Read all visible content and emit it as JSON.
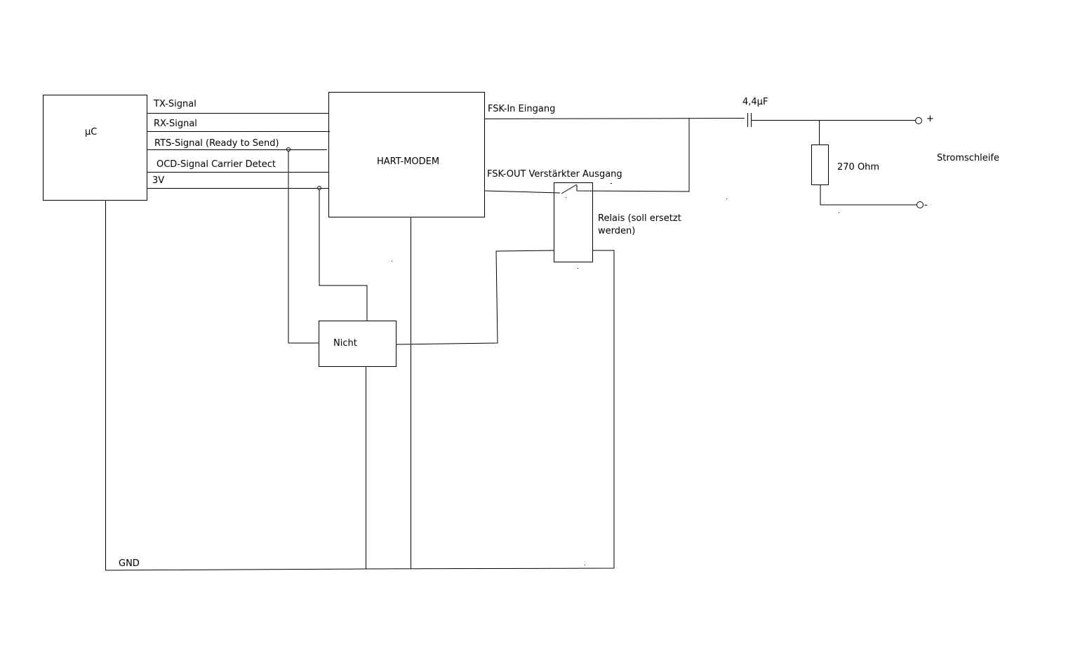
{
  "blocks": {
    "mc": "µC",
    "modem": "HART-MODEM",
    "nicht": "Nicht"
  },
  "signals": {
    "tx": "TX-Signal",
    "rx": "RX-Signal",
    "rts": "RTS-Signal (Ready to Send)",
    "ocd": "OCD-Signal Carrier Detect",
    "v3": "3V"
  },
  "ports": {
    "fsk_in": "FSK-In Eingang",
    "fsk_out": "FSK-OUT Verstärkter Ausgang"
  },
  "components": {
    "capacitor": "4,4µF",
    "resistor": "270 Ohm",
    "relay_line1": "Relais (soll ersetzt",
    "relay_line2": "werden)"
  },
  "terminals": {
    "plus": "+",
    "minus": "-"
  },
  "loop_label": "Stromschleife",
  "ground_label": "GND"
}
